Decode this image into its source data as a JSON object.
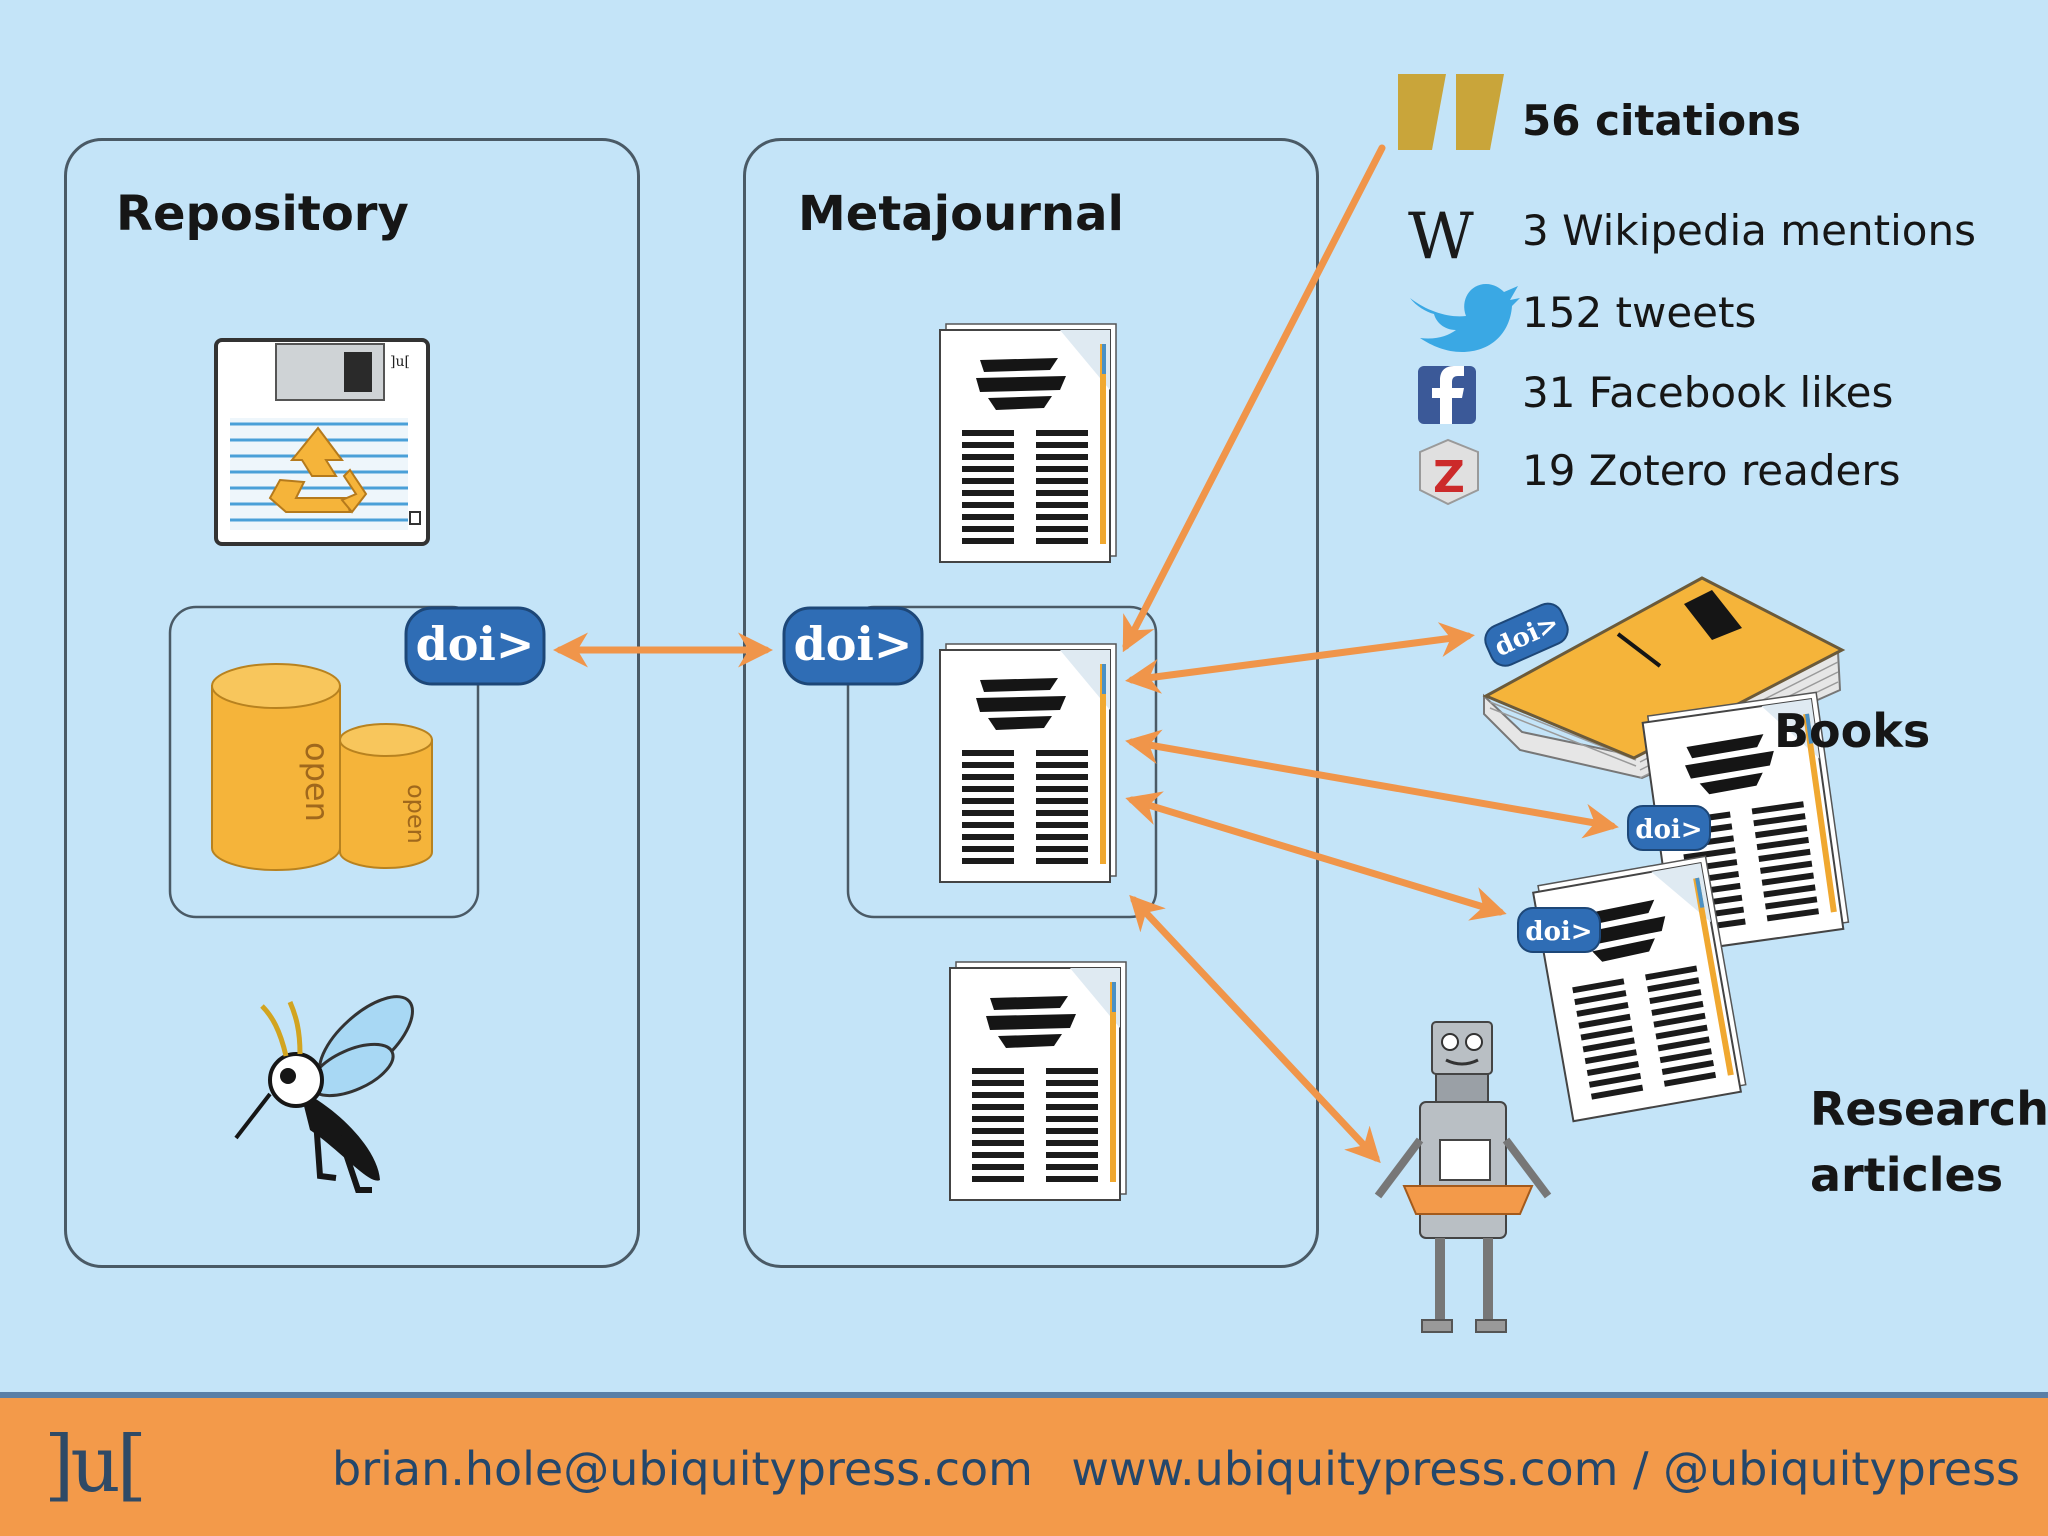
{
  "panels": {
    "repository": {
      "title": "Repository"
    },
    "metajournal": {
      "title": "Metajournal"
    }
  },
  "doi_badge_text": "doi>",
  "cylinder_text": "open",
  "disk_label": "]u[",
  "metrics": [
    {
      "icon": "wikipedia-icon",
      "label": "3 Wikipedia mentions"
    },
    {
      "icon": "twitter-icon",
      "label": "152 tweets"
    },
    {
      "icon": "facebook-icon",
      "label": "31 Facebook likes"
    },
    {
      "icon": "zotero-icon",
      "label": "19 Zotero readers"
    }
  ],
  "citations": {
    "icon": "quote-icon",
    "label": "56 citations"
  },
  "captions": {
    "books": "Books",
    "research_line1": "Research",
    "research_line2": "articles"
  },
  "footer": {
    "logo": "]u[",
    "email": "brian.hole@ubiquitypress.com",
    "web": "www.ubiquitypress.com / @ubiquitypress"
  },
  "colors": {
    "background": "#c4e4f8",
    "arrow": "#f0954a",
    "doi_badge": "#2f6db5",
    "footer": "#f39a4a",
    "footer_text": "#24476b",
    "gold": "#f5b43a"
  }
}
